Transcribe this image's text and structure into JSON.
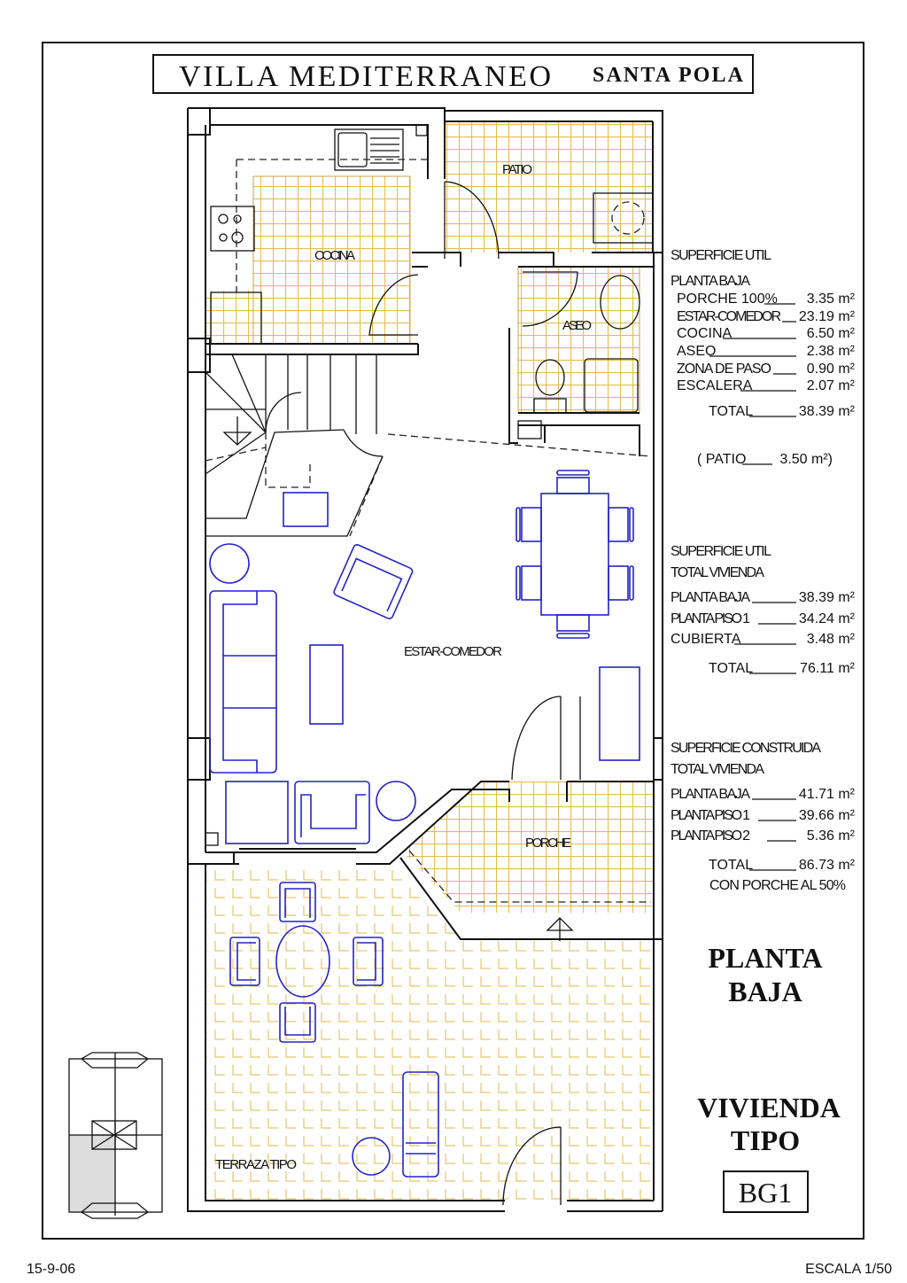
{
  "header": {
    "title": "VILLA  MEDITERRANEO",
    "location": "SANTA  POLA"
  },
  "rooms": {
    "cocina": "COCINA",
    "patio": "PATIO",
    "aseo": "ASEO",
    "estar_comedor": "ESTAR-COMEDOR",
    "porche": "PORCHE",
    "terraza": "TERRAZA  TIPO"
  },
  "superficie_util": {
    "heading": "SUPERFICIE  UTIL",
    "subheading": "PLANTA  BAJA",
    "rows": [
      {
        "label": "PORCHE  100%",
        "value": "3.35 m²"
      },
      {
        "label": "ESTAR-COMEDOR",
        "value": "23.19 m²"
      },
      {
        "label": "COCINA",
        "value": "6.50 m²"
      },
      {
        "label": "ASEO",
        "value": "2.38 m²"
      },
      {
        "label": "ZONA  DE  PASO",
        "value": "0.90 m²"
      },
      {
        "label": "ESCALERA",
        "value": "2.07 m²"
      }
    ],
    "total_label": "TOTAL",
    "total_value": "38.39 m²",
    "patio_note_label": "( PATIO",
    "patio_note_value": "3.50 m²)"
  },
  "superficie_util_total": {
    "heading": "SUPERFICIE  UTIL",
    "subheading": "TOTAL  VIVIENDA",
    "rows": [
      {
        "label": "PLANTA  BAJA",
        "value": "38.39 m²"
      },
      {
        "label": "PLANTA  PISO  1",
        "value": "34.24 m²"
      },
      {
        "label": "CUBIERTA",
        "value": "3.48 m²"
      }
    ],
    "total_label": "TOTAL",
    "total_value": "76.11 m²"
  },
  "superficie_construida": {
    "heading": "SUPERFICIE  CONSTRUIDA",
    "subheading": "TOTAL  VIVIENDA",
    "rows": [
      {
        "label": "PLANTA  BAJA",
        "value": "41.71 m²"
      },
      {
        "label": "PLANTA  PISO  1",
        "value": "39.66 m²"
      },
      {
        "label": "PLANTA  PISO  2",
        "value": "5.36 m²"
      }
    ],
    "total_label": "TOTAL",
    "total_value": "86.73 m²",
    "note": "CON  PORCHE  AL  50%"
  },
  "plan_title": {
    "line1": "PLANTA",
    "line2": "BAJA"
  },
  "type_title": {
    "line1": "VIVIENDA",
    "line2": "TIPO",
    "code": "BG1"
  },
  "footer": {
    "date": "15-9-06",
    "scale": "ESCALA  1/50"
  },
  "colors": {
    "walls": "#111111",
    "furniture": "#2323c8",
    "tiles": "#e3bd55",
    "key_shade": "#dddddd"
  }
}
